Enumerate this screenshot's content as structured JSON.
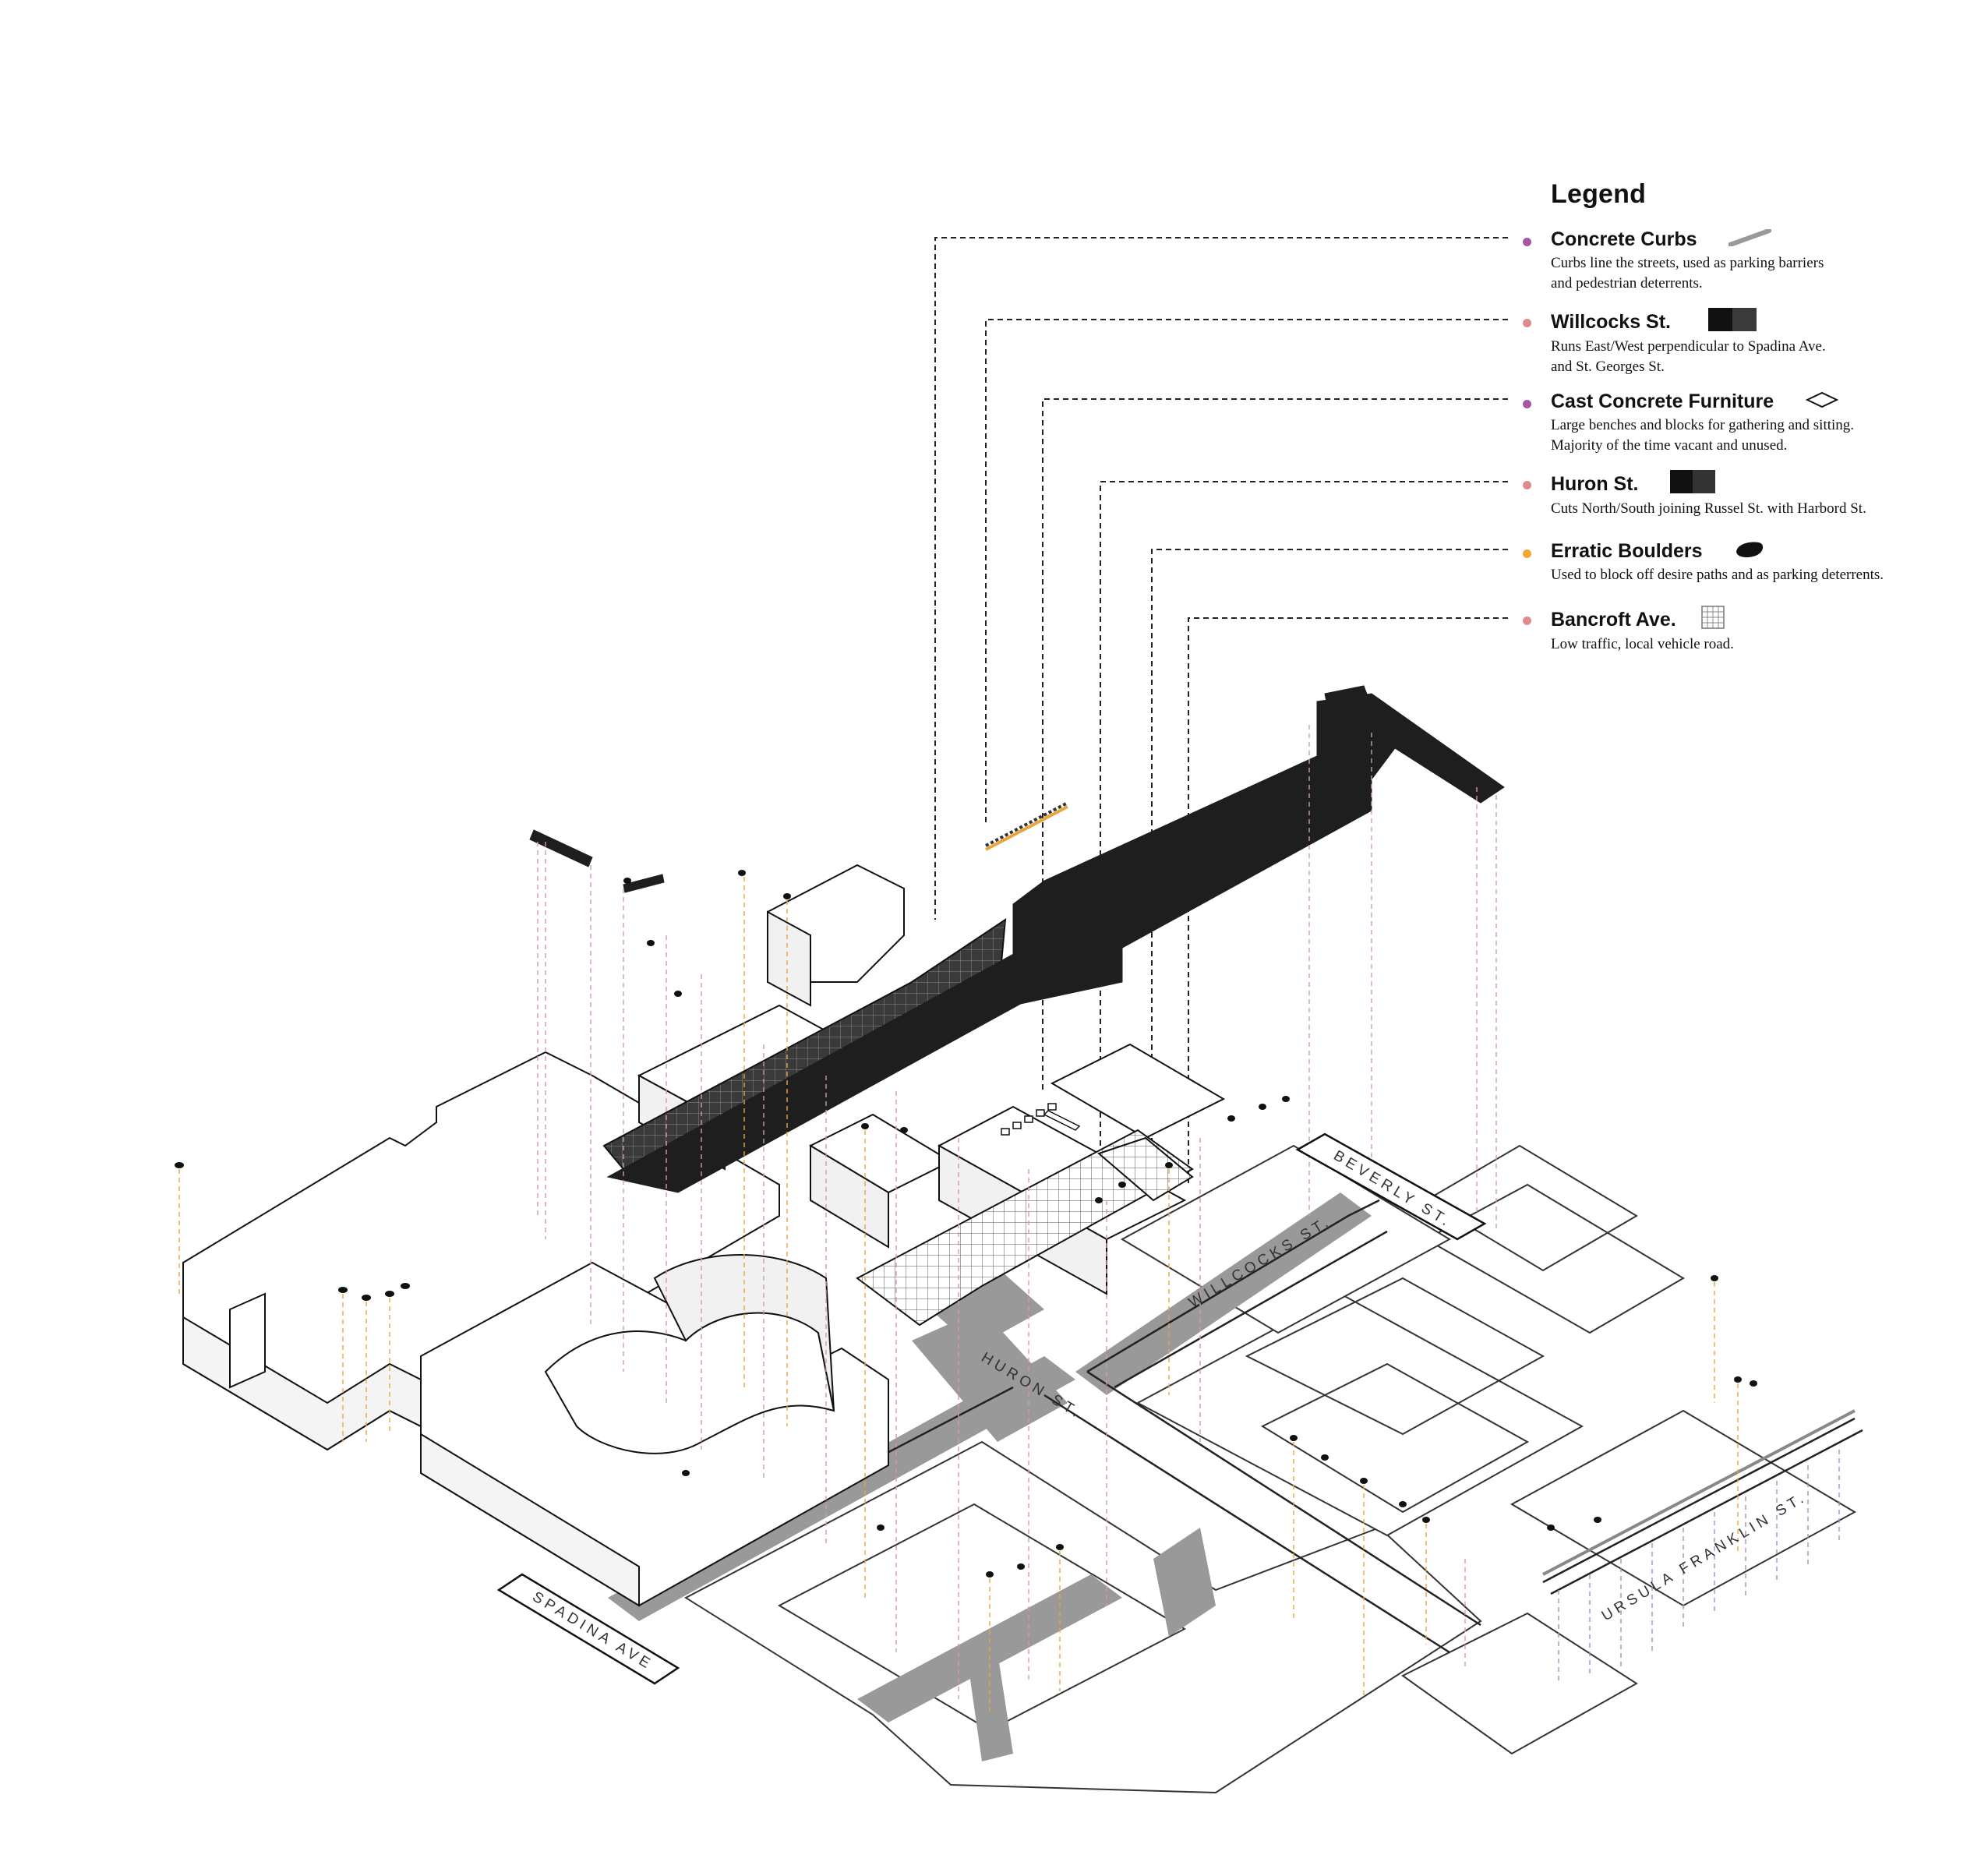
{
  "legend": {
    "title": "Legend",
    "items": [
      {
        "key": "curbs",
        "name": "Concrete Curbs",
        "dot_color": "#a855a8",
        "desc_lines": [
          "Curbs line the streets, used as parking barriers",
          "and pedestrian deterrents."
        ]
      },
      {
        "key": "willcocks",
        "name": "Willcocks St.",
        "dot_color": "#e08a8f",
        "desc_lines": [
          "Runs East/West perpendicular to Spadina Ave.",
          "and St. Georges St."
        ]
      },
      {
        "key": "furniture",
        "name": "Cast Concrete Furniture",
        "dot_color": "#a855a8",
        "desc_lines": [
          "Large benches and blocks for gathering and sitting.",
          "Majority of the time vacant and unused."
        ]
      },
      {
        "key": "huron",
        "name": "Huron St.",
        "dot_color": "#e08a8f",
        "desc_lines": [
          "Cuts North/South joining Russel St. with Harbord St."
        ]
      },
      {
        "key": "boulders",
        "name": "Erratic Boulders",
        "dot_color": "#f0a830",
        "desc_lines": [
          "Used to block off desire paths and as parking deterrents."
        ]
      },
      {
        "key": "bancroft",
        "name": "Bancroft Ave.",
        "dot_color": "#e08a8f",
        "desc_lines": [
          "Low traffic, local vehicle road."
        ]
      }
    ]
  },
  "streets": {
    "spadina": "SPADINA AVE",
    "huron": "HURON ST.",
    "willcocks": "WILLCOCKS ST.",
    "beverly": "BEVERLY ST.",
    "ursula": "URSULA FRANKLIN ST."
  },
  "colors": {
    "road_dark": "#1e1e1e",
    "ground_grey": "#999999",
    "pink_dash": "#d59aa5",
    "orange_dash": "#e8a63c",
    "purple_dash": "#a98cc4"
  }
}
